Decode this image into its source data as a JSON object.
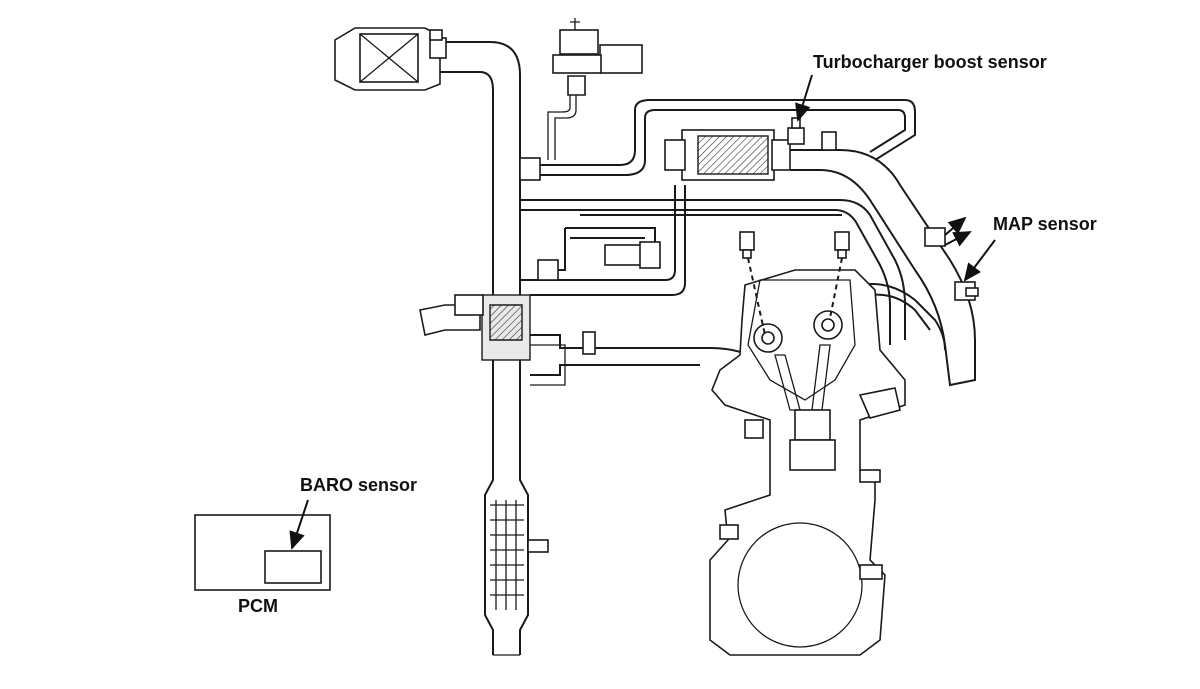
{
  "labels": {
    "turbo_boost": "Turbocharger boost sensor",
    "map": "MAP sensor",
    "baro": "BARO sensor",
    "pcm": "PCM"
  }
}
